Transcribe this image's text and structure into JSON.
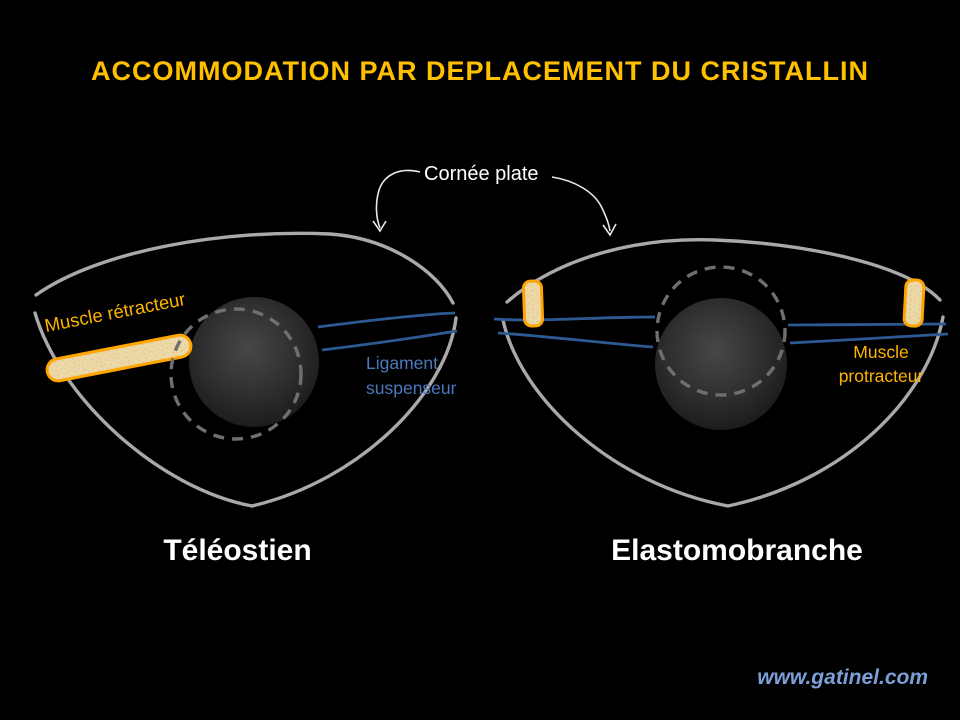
{
  "title": "ACCOMMODATION PAR DEPLACEMENT DU CRISTALLIN",
  "cornea_label": "Cornée plate",
  "left_eye": {
    "caption": "Téléostien",
    "muscle_label": "Muscle rétracteur",
    "ligament_line1": "Ligament",
    "ligament_line2": "suspenseur"
  },
  "right_eye": {
    "caption": "Elastomobranche",
    "muscle_line1": "Muscle",
    "muscle_line2": "protracteur"
  },
  "footer": "www.gatinel.com",
  "colors": {
    "background": "#000000",
    "title": "#FFC000",
    "muscle_label": "#FFB400",
    "muscle_fill": "#EBD8A6",
    "muscle_border": "#FFA500",
    "ligament_line": "#2E5A94",
    "ligament_label": "#4A79BE",
    "eye_outline": "#A9A9A9",
    "dashed_circle": "#6F6F6F",
    "caption_text": "#FFFFFF",
    "footer": "#7B9FD9",
    "arrow": "#E8E8E8"
  }
}
